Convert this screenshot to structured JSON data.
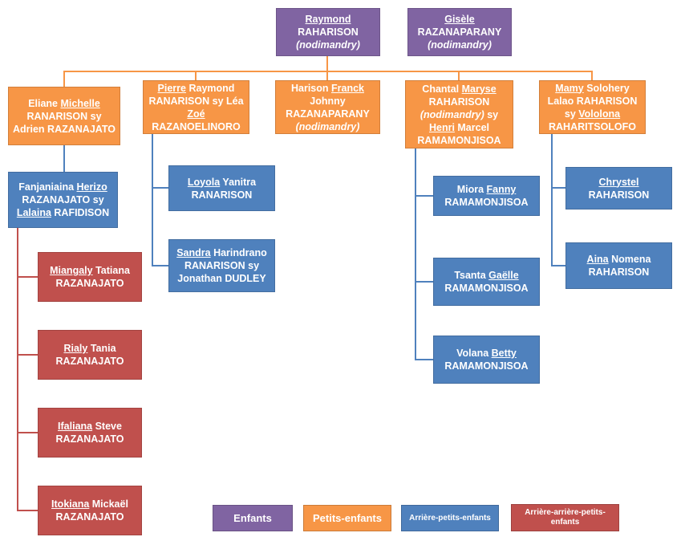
{
  "colors": {
    "enfants": "#8064A2",
    "petits-enfants": "#F79646",
    "arriere-petits-enfants": "#4F81BD",
    "arriere-arriere-petits-enfants": "#C0504D"
  },
  "nodes": [
    {
      "id": "raymond",
      "gen": "enfants",
      "lines": [
        [
          {
            "t": "Raymond",
            "u": true
          }
        ],
        [
          {
            "t": "RAHARISON"
          }
        ],
        [
          {
            "t": "(nodimandry)",
            "i": true
          }
        ]
      ]
    },
    {
      "id": "gisele",
      "gen": "enfants",
      "lines": [
        [
          {
            "t": "Gisèle",
            "u": true
          }
        ],
        [
          {
            "t": "RAZANAPARANY"
          }
        ],
        [
          {
            "t": "(nodimandry)",
            "i": true
          }
        ]
      ]
    },
    {
      "id": "eliane",
      "gen": "petits-enfants",
      "lines": [
        [
          {
            "t": "Eliane "
          },
          {
            "t": "Michelle",
            "u": true
          }
        ],
        [
          {
            "t": "RANARISON sy"
          }
        ],
        [
          {
            "t": "Adrien RAZANAJATO"
          }
        ]
      ]
    },
    {
      "id": "pierre",
      "gen": "petits-enfants",
      "lines": [
        [
          {
            "t": "Pierre",
            "u": true
          },
          {
            "t": " Raymond"
          }
        ],
        [
          {
            "t": "RANARISON sy Léa"
          }
        ],
        [
          {
            "t": "Zoé",
            "u": true
          }
        ],
        [
          {
            "t": "RAZANOELINORO"
          }
        ]
      ]
    },
    {
      "id": "harison",
      "gen": "petits-enfants",
      "lines": [
        [
          {
            "t": "Harison "
          },
          {
            "t": "Franck",
            "u": true
          }
        ],
        [
          {
            "t": "Johnny"
          }
        ],
        [
          {
            "t": "RAZANAPARANY"
          }
        ],
        [
          {
            "t": "(nodimandry)",
            "i": true
          }
        ]
      ]
    },
    {
      "id": "chantal",
      "gen": "petits-enfants",
      "lines": [
        [
          {
            "t": "Chantal "
          },
          {
            "t": "Maryse",
            "u": true
          }
        ],
        [
          {
            "t": "RAHARISON"
          }
        ],
        [
          {
            "t": "(nodimandry)",
            "i": true
          },
          {
            "t": " sy"
          }
        ],
        [
          {
            "t": "Henri",
            "u": true
          },
          {
            "t": " Marcel"
          }
        ],
        [
          {
            "t": "RAMAMONJISOA"
          }
        ]
      ]
    },
    {
      "id": "mamy",
      "gen": "petits-enfants",
      "lines": [
        [
          {
            "t": "Mamy",
            "u": true
          },
          {
            "t": " Solohery"
          }
        ],
        [
          {
            "t": "Lalao RAHARISON"
          }
        ],
        [
          {
            "t": "sy "
          },
          {
            "t": "Vololona",
            "u": true
          }
        ],
        [
          {
            "t": "RAHARITSOLOFO"
          }
        ]
      ]
    },
    {
      "id": "fanjaniaina",
      "gen": "arriere-petits-enfants",
      "lines": [
        [
          {
            "t": "Fanjaniaina "
          },
          {
            "t": "Herizo",
            "u": true
          }
        ],
        [
          {
            "t": "RAZANAJATO sy"
          }
        ],
        [
          {
            "t": "Lalaina",
            "u": true
          },
          {
            "t": " RAFIDISON"
          }
        ]
      ]
    },
    {
      "id": "loyola",
      "gen": "arriere-petits-enfants",
      "lines": [
        [
          {
            "t": "Loyola",
            "u": true
          },
          {
            "t": " Yanitra"
          }
        ],
        [
          {
            "t": "RANARISON"
          }
        ]
      ]
    },
    {
      "id": "sandra",
      "gen": "arriere-petits-enfants",
      "lines": [
        [
          {
            "t": "Sandra",
            "u": true
          },
          {
            "t": " Harindrano"
          }
        ],
        [
          {
            "t": "RANARISON sy"
          }
        ],
        [
          {
            "t": "Jonathan DUDLEY"
          }
        ]
      ]
    },
    {
      "id": "miora",
      "gen": "arriere-petits-enfants",
      "lines": [
        [
          {
            "t": "Miora "
          },
          {
            "t": "Fanny",
            "u": true
          }
        ],
        [
          {
            "t": "RAMAMONJISOA"
          }
        ]
      ]
    },
    {
      "id": "tsanta",
      "gen": "arriere-petits-enfants",
      "lines": [
        [
          {
            "t": "Tsanta "
          },
          {
            "t": "Gaëlle",
            "u": true
          }
        ],
        [
          {
            "t": "RAMAMONJISOA"
          }
        ]
      ]
    },
    {
      "id": "volana",
      "gen": "arriere-petits-enfants",
      "lines": [
        [
          {
            "t": "Volana "
          },
          {
            "t": "Betty",
            "u": true
          }
        ],
        [
          {
            "t": "RAMAMONJISOA"
          }
        ]
      ]
    },
    {
      "id": "chrystel",
      "gen": "arriere-petits-enfants",
      "lines": [
        [
          {
            "t": "Chrystel",
            "u": true
          },
          {
            "t": " RAHARISON"
          }
        ]
      ]
    },
    {
      "id": "aina",
      "gen": "arriere-petits-enfants",
      "lines": [
        [
          {
            "t": "Aina",
            "u": true
          },
          {
            "t": " Nomena"
          }
        ],
        [
          {
            "t": "RAHARISON"
          }
        ]
      ]
    },
    {
      "id": "miangaly",
      "gen": "arriere-arriere-petits-enfants",
      "lines": [
        [
          {
            "t": "Miangaly",
            "u": true
          },
          {
            "t": " Tatiana"
          }
        ],
        [
          {
            "t": "RAZANAJATO"
          }
        ]
      ]
    },
    {
      "id": "rialy",
      "gen": "arriere-arriere-petits-enfants",
      "lines": [
        [
          {
            "t": "Rialy",
            "u": true
          },
          {
            "t": " Tania"
          }
        ],
        [
          {
            "t": "RAZANAJATO"
          }
        ]
      ]
    },
    {
      "id": "ifaliana",
      "gen": "arriere-arriere-petits-enfants",
      "lines": [
        [
          {
            "t": "Ifaliana",
            "u": true
          },
          {
            "t": " Steve"
          }
        ],
        [
          {
            "t": "RAZANAJATO"
          }
        ]
      ]
    },
    {
      "id": "itokiana",
      "gen": "arriere-arriere-petits-enfants",
      "lines": [
        [
          {
            "t": "Itokiana",
            "u": true
          },
          {
            "t": " Mickaël"
          }
        ],
        [
          {
            "t": "RAZANAJATO"
          }
        ]
      ]
    }
  ],
  "legend": [
    {
      "gen": "enfants",
      "label": "Enfants"
    },
    {
      "gen": "petits-enfants",
      "label": "Petits-enfants"
    },
    {
      "gen": "arriere-petits-enfants",
      "label": "Arrière-petits-enfants"
    },
    {
      "gen": "arriere-arriere-petits-enfants",
      "label": "Arrière-arrière-petits-enfants"
    }
  ]
}
